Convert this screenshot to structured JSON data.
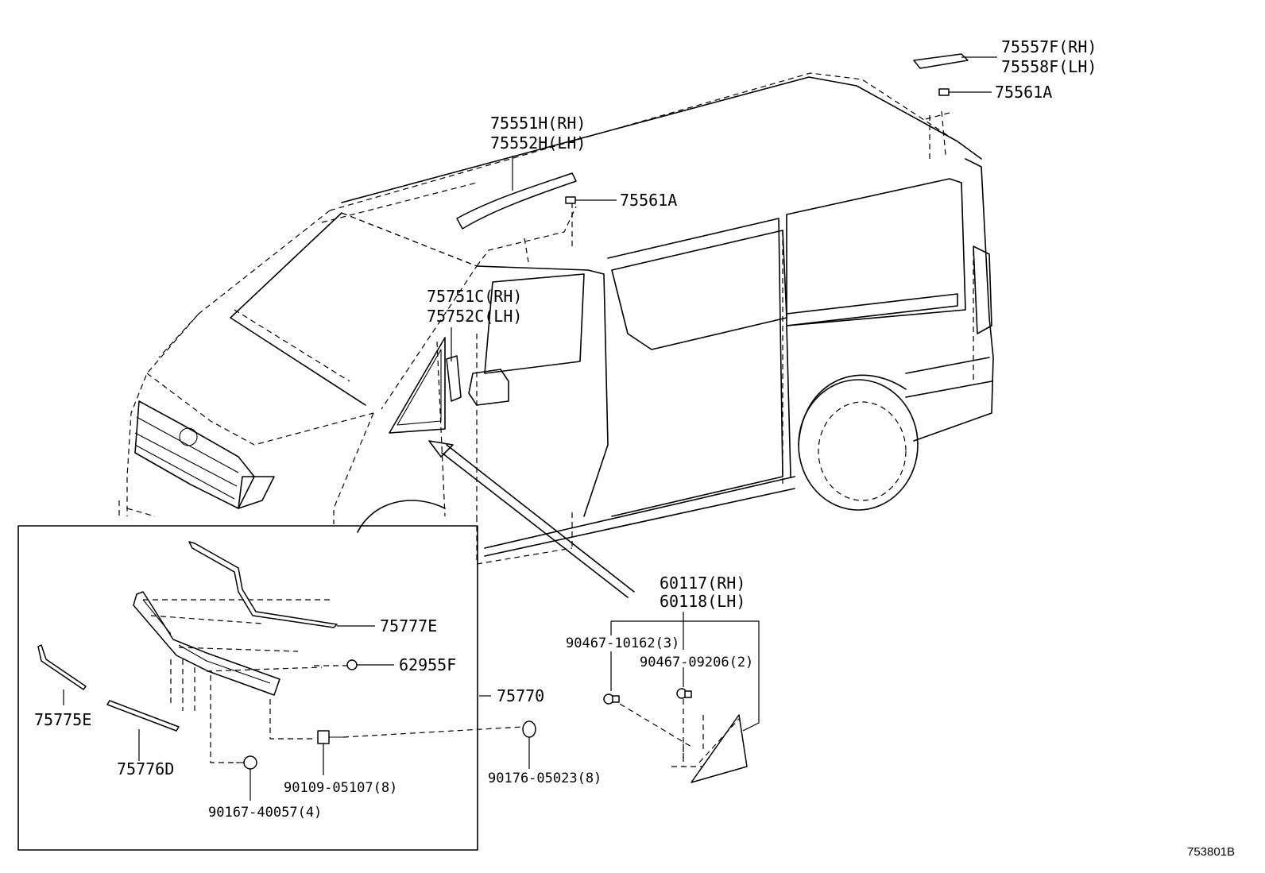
{
  "diagram": {
    "reference_code": "753801B",
    "callouts": {
      "p75557F": "75557F(RH)",
      "p75558F": "75558F(LH)",
      "p75561A_rear": "75561A",
      "p75551H": "75551H(RH)",
      "p75552H": "75552H(LH)",
      "p75561A_front": "75561A",
      "p75751C": "75751C(RH)",
      "p75752C": "75752C(LH)",
      "p60117": "60117(RH)",
      "p60118": "60118(LH)",
      "p90467_10162": "90467-10162(3)",
      "p90467_09206": "90467-09206(2)",
      "p75777E": "75777E",
      "p62955F": "62955F",
      "p75770": "75770",
      "p75775E": "75775E",
      "p75776D": "75776D",
      "p90109_05107": "90109-05107(8)",
      "p90176_05023": "90176-05023(8)",
      "p90167_40057": "90167-40057(4)"
    }
  }
}
